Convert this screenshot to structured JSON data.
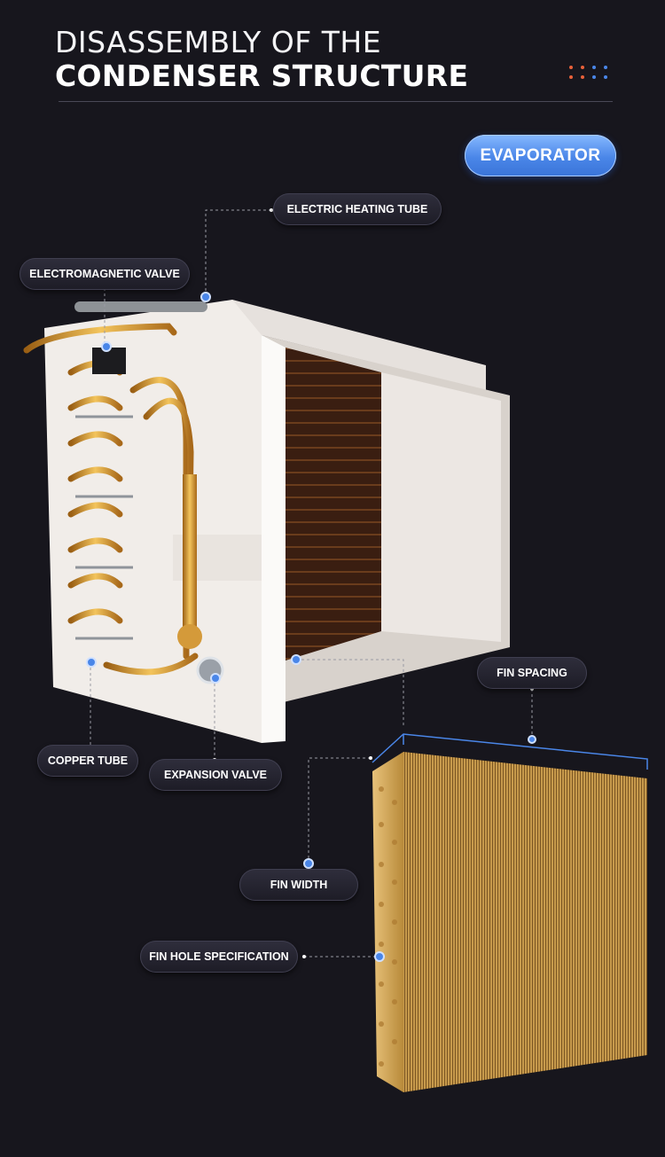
{
  "header": {
    "title_line1": "DISASSEMBLY OF THE",
    "title_line2": "CONDENSER STRUCTURE",
    "dot_colors": [
      "#e8613a",
      "#e8613a",
      "#4a86e8",
      "#4a86e8"
    ]
  },
  "badge": {
    "label": "EVAPORATOR",
    "color": "#4a86e8"
  },
  "labels": {
    "electric_heating_tube": "ELECTRIC HEATING TUBE",
    "electromagnetic_valve": "ELECTROMAGNETIC VALVE",
    "fin_spacing": "FIN SPACING",
    "copper_tube": "COPPER TUBE",
    "expansion_valve": "EXPANSION VALVE",
    "fin_width": "FIN WIDTH",
    "fin_hole_specification": "FIN HOLE SPECIFICATION"
  },
  "colors": {
    "marker": "#4a86e8",
    "copper": "#d9a23a",
    "fin": "#d8b266"
  }
}
